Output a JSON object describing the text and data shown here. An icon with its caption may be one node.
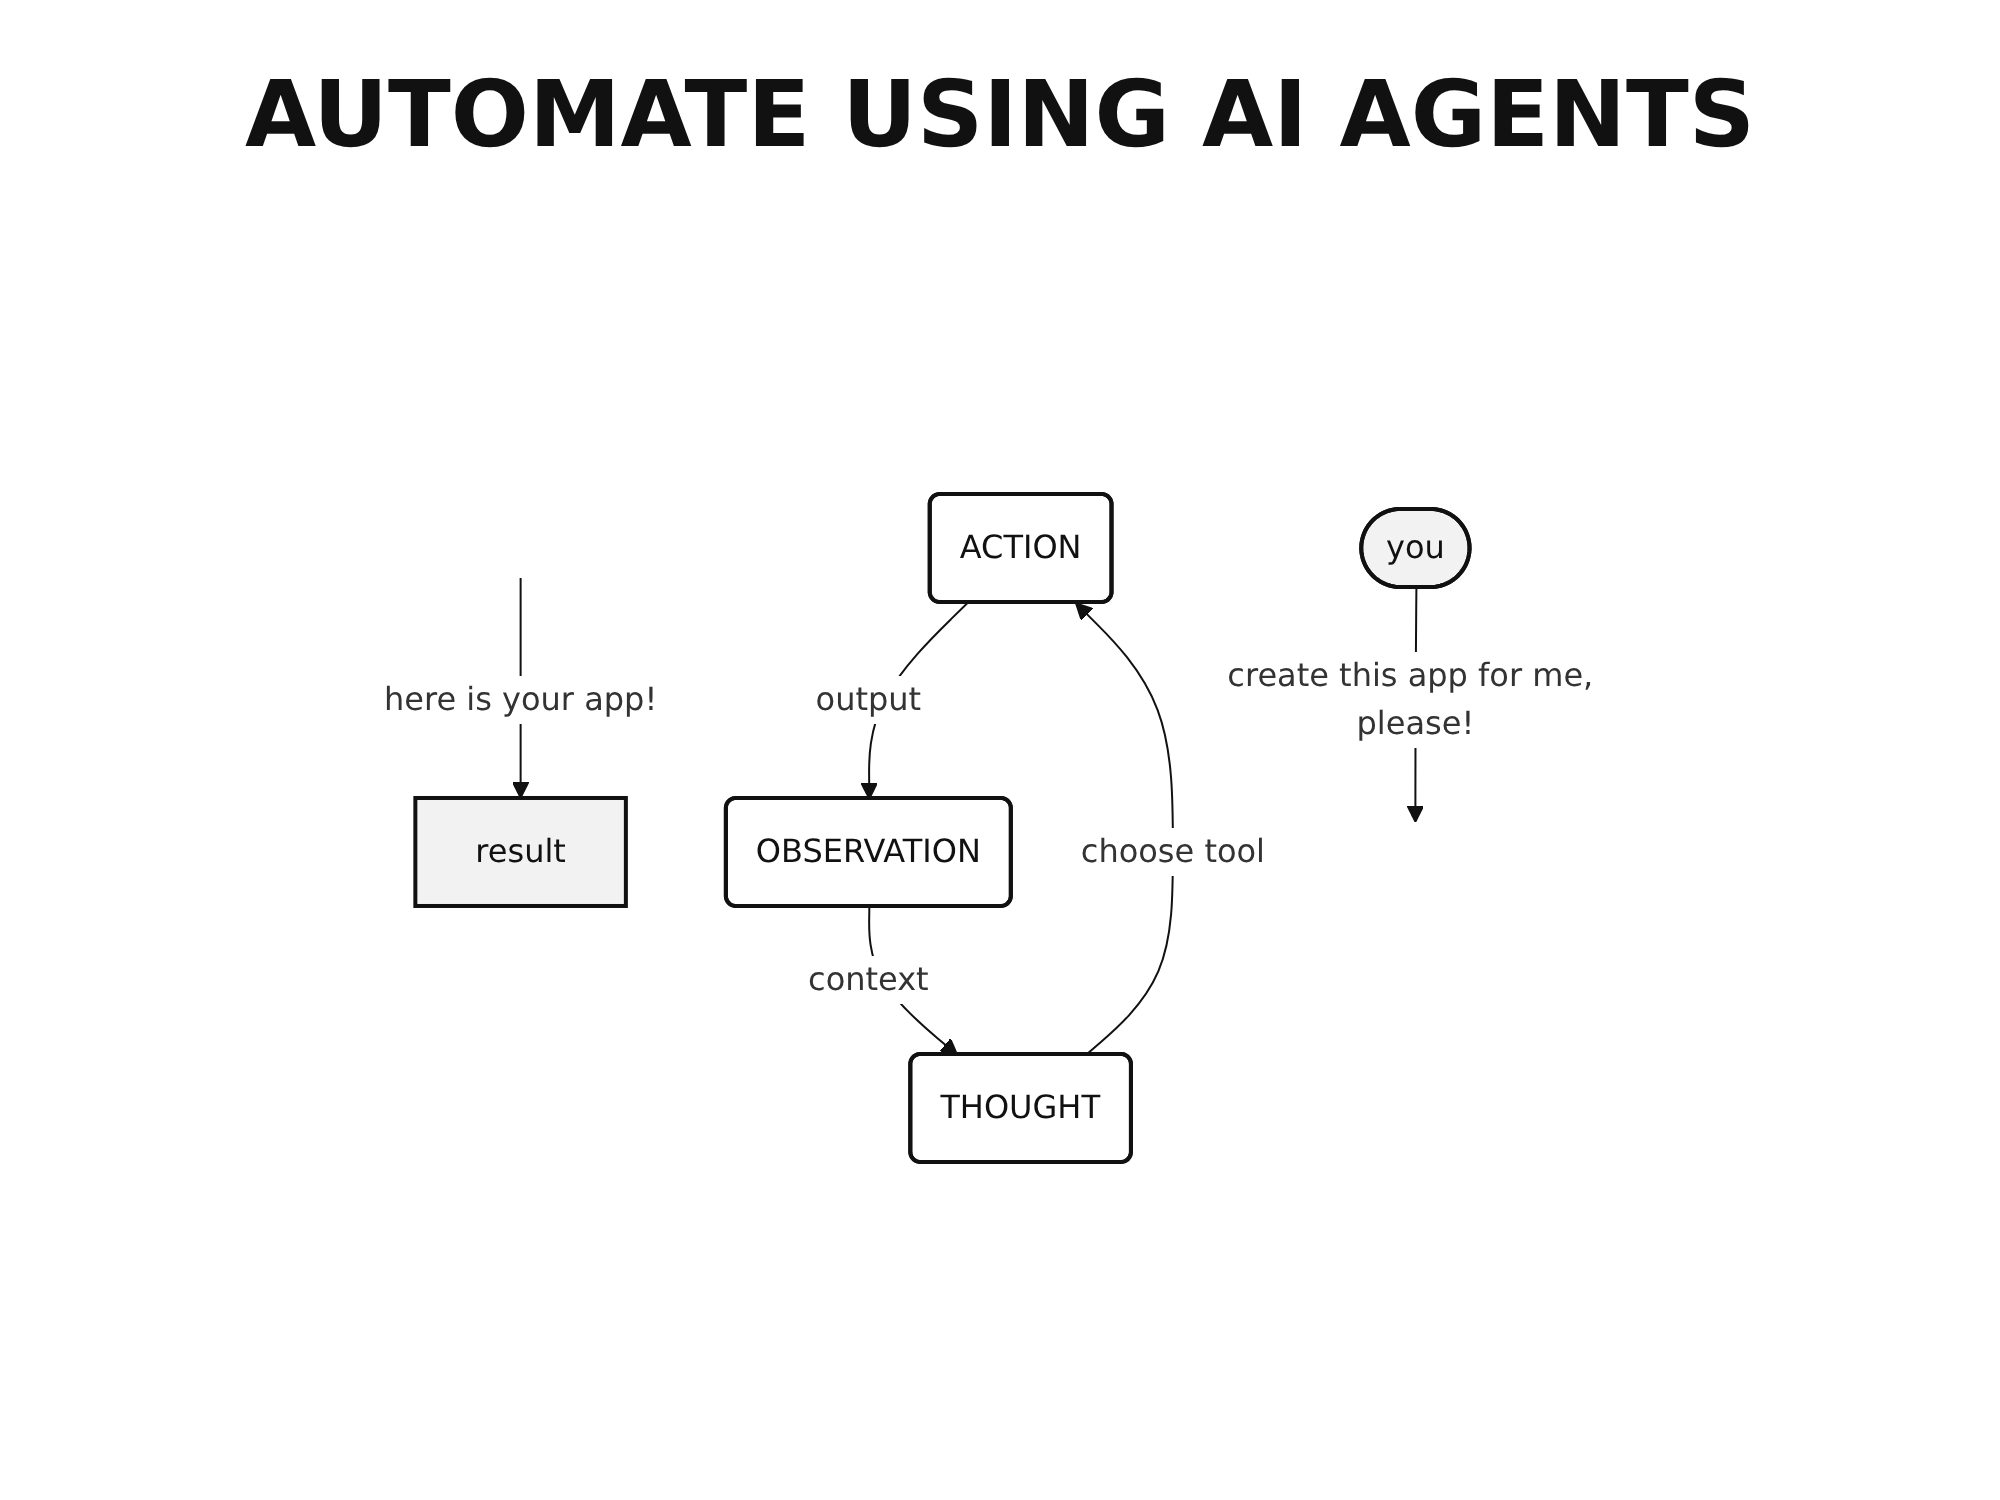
{
  "diagram": {
    "title": "AUTOMATE USING AI AGENTS",
    "nodes": [
      {
        "text": [
          "ACTION"
        ]
      },
      {
        "text": [
          "OBSERVATION"
        ]
      },
      {
        "text": [
          "THOUGHT"
        ]
      },
      {
        "text": [
          "you"
        ]
      },
      {
        "text": [
          "result"
        ]
      }
    ],
    "edges": [
      {
        "from": 2,
        "to": 0,
        "label": "choose tool",
        "arrow": "to"
      },
      {
        "from": 0,
        "to": 1,
        "label": "output",
        "arrow": "to"
      },
      {
        "from": 1,
        "to": 2,
        "label": "context",
        "arrow": "to"
      },
      {
        "from": 3,
        "to": null,
        "label": "create this app for me, please!",
        "arrow": "to"
      },
      {
        "from": null,
        "to": 4,
        "label": "here is your app!",
        "arrow": "to"
      }
    ]
  }
}
